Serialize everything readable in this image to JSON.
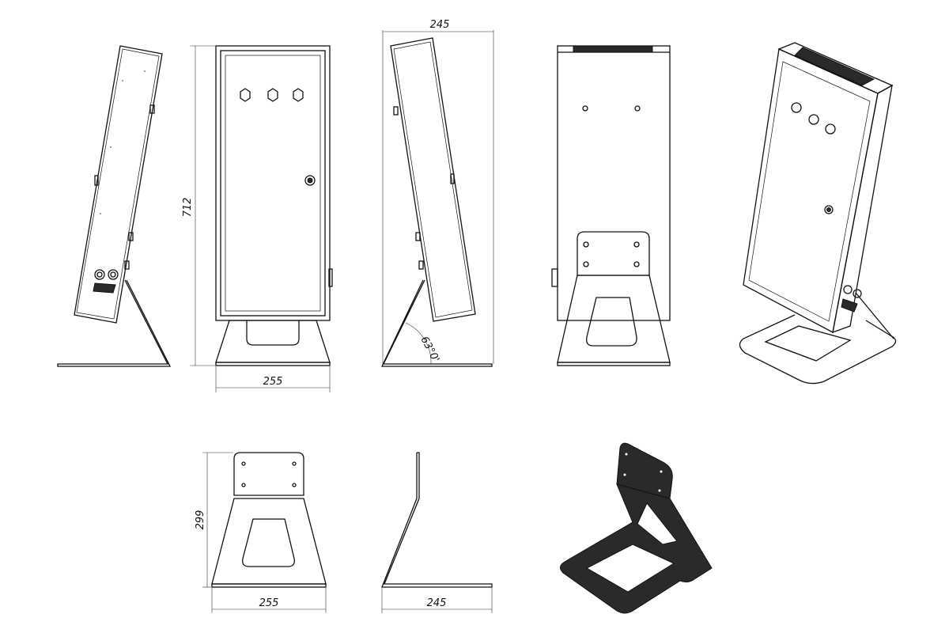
{
  "drawing": {
    "dimensions": {
      "side_view_depth": "245",
      "front_view_height": "712",
      "front_view_width": "255",
      "tilt_angle": "63°0'",
      "stand_height": "299",
      "stand_width": "255",
      "stand_depth": "245"
    },
    "colors": {
      "line": "#111111",
      "solid_fill": "#2a2a2a"
    }
  }
}
